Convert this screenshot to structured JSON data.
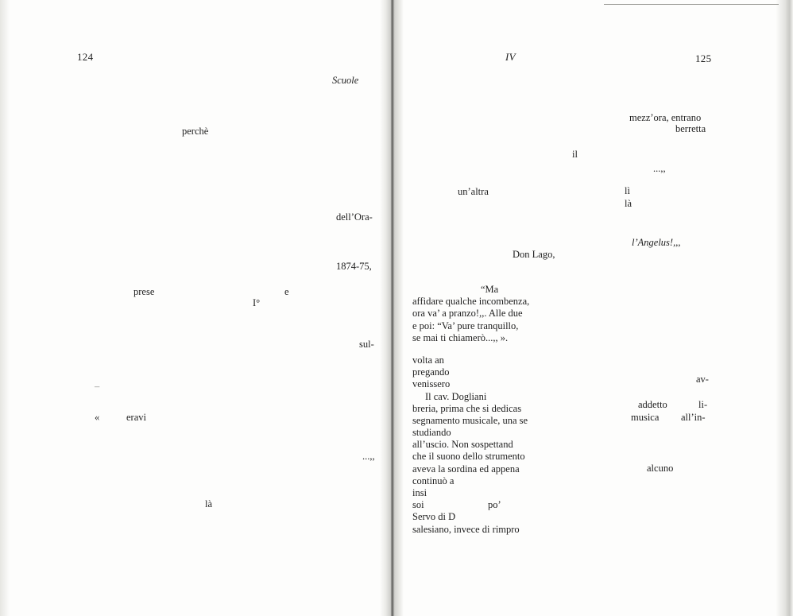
{
  "left_page": {
    "page_number": "124",
    "fragments": {
      "scuole": "Scuole",
      "perche": "perchè",
      "dellora": "dell’Ora-",
      "years": "1874-75,",
      "prese": "prese",
      "e": "e",
      "primo": "I°",
      "sul": "sul-",
      "dash": "–",
      "guillemet": "«",
      "eravi": "eravi",
      "ellipsis_quote": "...,,",
      "la": "là"
    }
  },
  "right_page": {
    "running_head": "IV",
    "page_number": "125",
    "fragments": {
      "mezzora": "mezz’ora, entrano",
      "berretta": "berretta",
      "il": "il",
      "ellipsis": "...,,",
      "unaltra": "un’altra",
      "li": "lì",
      "la": "là",
      "angelus": "l’Angelus!,,,",
      "don_lago": "Don Lago,",
      "av": "av-",
      "addetto": "addetto",
      "li_hyph": "li-",
      "musica": "musica",
      "allin": "all’in-",
      "alcuno": "alcuno"
    },
    "block_one": [
      "“Ma",
      "affidare qualche incombenza,",
      "ora va’ a pranzo!,,. Alle due",
      "e poi: “Va’ pure tranquillo,",
      "se mai ti chiamerò...,, ».",
      "",
      "volta an",
      "pregando",
      "venissero",
      "Il cav. Dogliani",
      "breria, prima che si dedicas",
      "segnamento musicale, una se",
      "studiando",
      "all’uscio. Non sospettand",
      "che il suono dello strumento",
      "aveva la sordina ed appena",
      "continuò a",
      "insi",
      "soi",
      "Servo di D",
      "salesiano, invece di rimpro"
    ],
    "po": "po’"
  }
}
